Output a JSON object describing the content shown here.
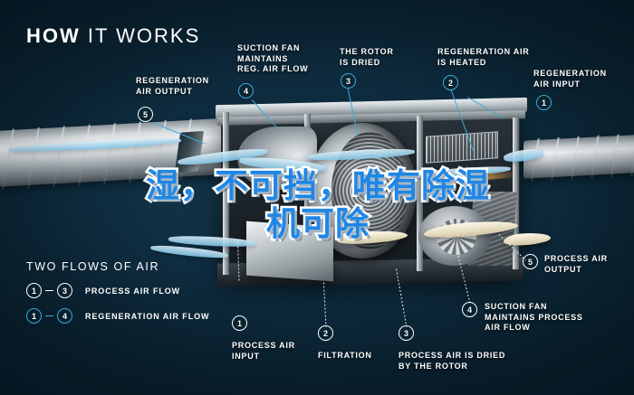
{
  "page": {
    "title": "HOW IT WORKS",
    "title_bold_part": "HOW",
    "title_rest": " IT WORKS",
    "background_color": "#0a2230",
    "accent_color": "#3fa9d8",
    "headline_color": "#1f86e6",
    "headline_outline_color": "#ffffff"
  },
  "headline": {
    "line1": "湿，不可挡，唯有除湿",
    "line2": "机可除"
  },
  "callouts": [
    {
      "id": "regeneration-air-output",
      "number": "5",
      "marker_style": "white",
      "text": "REGENERATION\nAIR OUTPUT"
    },
    {
      "id": "suction-fan-reg",
      "number": "4",
      "marker_style": "blue",
      "text": "SUCTION FAN\nMAINTAINS\nREG. AIR FLOW"
    },
    {
      "id": "rotor-dried",
      "number": "3",
      "marker_style": "blue",
      "text": "THE ROTOR\nIS DRIED"
    },
    {
      "id": "regeneration-air-heated",
      "number": "2",
      "marker_style": "blue",
      "text": "REGENERATION AIR\nIS HEATED"
    },
    {
      "id": "regeneration-air-input",
      "number": "1",
      "marker_style": "blue",
      "text": "REGENERATION\nAIR INPUT"
    },
    {
      "id": "process-air-output",
      "number": "5",
      "marker_style": "white",
      "text": "PROCESS AIR\nOUTPUT"
    },
    {
      "id": "suction-fan-process",
      "number": "4",
      "marker_style": "white",
      "text": "SUCTION FAN\nMAINTAINS PROCESS\nAIR FLOW"
    },
    {
      "id": "process-air-dried",
      "number": "3",
      "marker_style": "white",
      "text": "PROCESS AIR IS DRIED\nBY THE ROTOR"
    },
    {
      "id": "filtration",
      "number": "2",
      "marker_style": "white",
      "text": "FILTRATION"
    },
    {
      "id": "process-air-input",
      "number": "1",
      "marker_style": "white",
      "text": "PROCESS AIR\nINPUT"
    }
  ],
  "legend": {
    "title": "TWO FLOWS OF AIR",
    "rows": [
      {
        "from": "1",
        "to": "3",
        "label": "PROCESS AIR FLOW",
        "style": "white"
      },
      {
        "from": "1",
        "to": "4",
        "label": "REGENERATION AIR FLOW",
        "style": "blue"
      }
    ]
  }
}
